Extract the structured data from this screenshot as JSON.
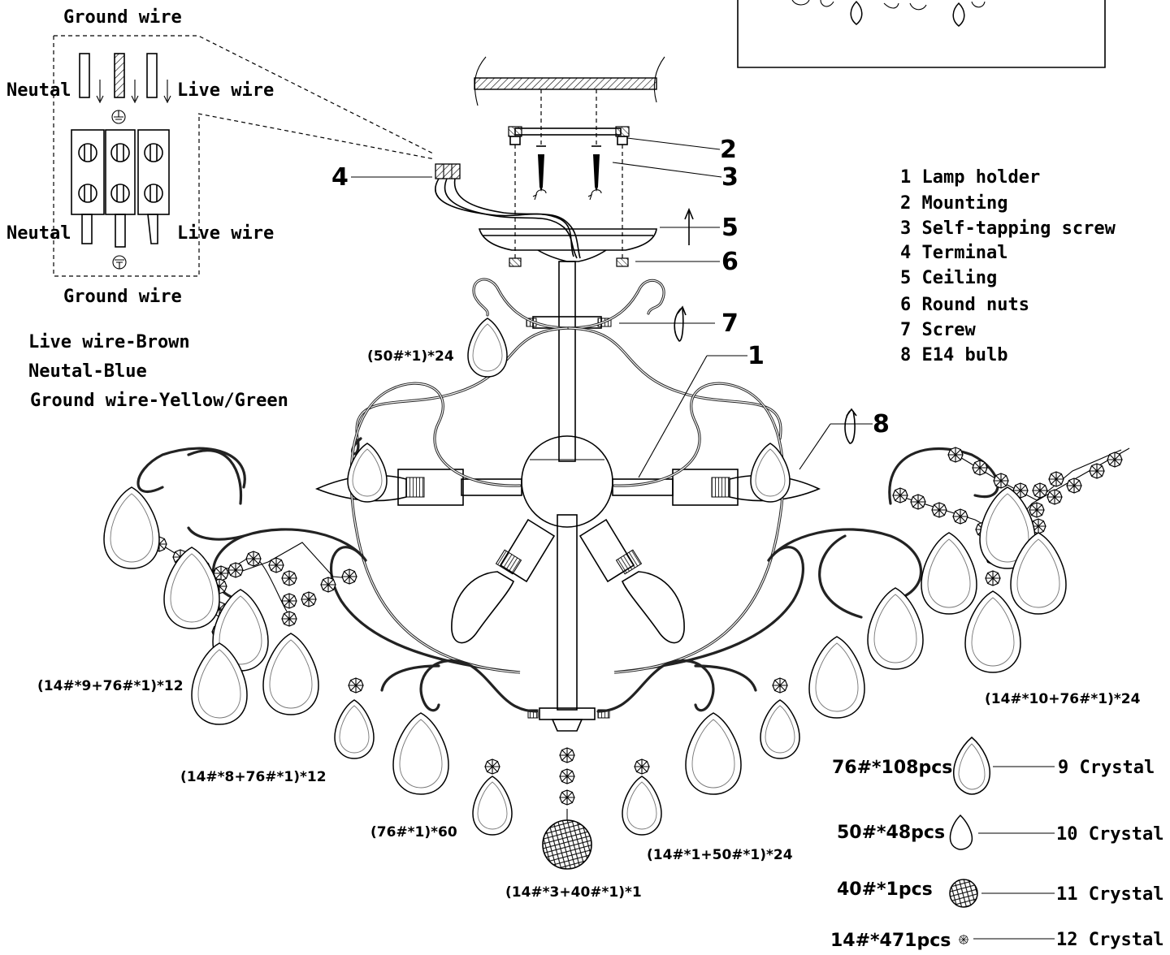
{
  "wiring": {
    "ground_top": "Ground wire",
    "ground_bottom": "Ground wire",
    "neutal_top": "Neutal",
    "neutal_bottom": "Neutal",
    "live_top": "Live wire",
    "live_bottom": "Live wire",
    "colors": [
      "Live wire-Brown",
      "Neutal-Blue",
      "Ground wire-Yellow/Green"
    ]
  },
  "callouts": [
    "1",
    "2",
    "3",
    "4",
    "5",
    "6",
    "7",
    "8"
  ],
  "legend": [
    "1 Lamp holder",
    "2 Mounting",
    "3 Self-tapping screw",
    "4 Terminal",
    "5 Ceiling",
    "6 Round nuts",
    "7 Screw",
    "8 E14 bulb"
  ],
  "annotations": {
    "a1": "(50#*1)*24",
    "a2": "(14#*9+76#*1)*12",
    "a3": "(14#*10+76#*1)*24",
    "a4": "(14#*8+76#*1)*12",
    "a5": "(76#*1)*60",
    "a6": "(14#*1+50#*1)*24",
    "a7": "(14#*3+40#*1)*1"
  },
  "parts": [
    {
      "qty": "76#*108pcs",
      "label": "9 Crystal"
    },
    {
      "qty": "50#*48pcs",
      "label": "10 Crystal"
    },
    {
      "qty": "40#*1pcs",
      "label": "11 Crystal"
    },
    {
      "qty": "14#*471pcs",
      "label": "12 Crystal"
    }
  ]
}
